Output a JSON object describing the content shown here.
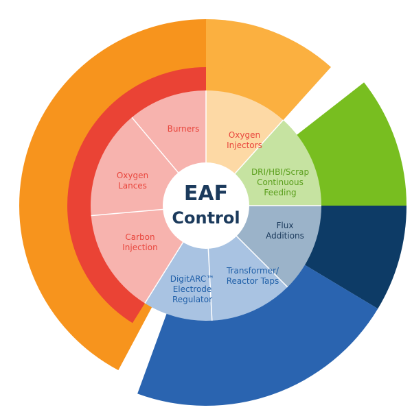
{
  "center": {
    "line1": "EAF",
    "line2": "Control"
  },
  "segments": [
    {
      "id": "burners",
      "lines": [
        "Burners"
      ],
      "label_color": "#e8453c"
    },
    {
      "id": "oxygen-injectors",
      "lines": [
        "Oxygen",
        "Injectors"
      ],
      "label_color": "#e8453c"
    },
    {
      "id": "dri-feeding",
      "lines": [
        "DRI/HBI/Scrap",
        "Continuous",
        "Feeding"
      ],
      "label_color": "#5a9e1c"
    },
    {
      "id": "flux-additions",
      "lines": [
        "Flux",
        "Additions"
      ],
      "label_color": "#1b3a5c"
    },
    {
      "id": "transformer",
      "lines": [
        "Transformer/",
        "Reactor Taps"
      ],
      "label_color": "#1f5fa8"
    },
    {
      "id": "digitarc",
      "lines": [
        "DigitARC™",
        "Electrode",
        "Regulator"
      ],
      "label_color": "#1f5fa8"
    },
    {
      "id": "carbon-injection",
      "lines": [
        "Carbon",
        "Injection"
      ],
      "label_color": "#e8453c"
    },
    {
      "id": "oxygen-lances",
      "lines": [
        "Oxygen",
        "Lances"
      ],
      "label_color": "#e8453c"
    }
  ],
  "colors": {
    "red": "#ea4335",
    "red_light": "#f7b3ae",
    "orange": "#f7941d",
    "orange_light": "#fbb040",
    "peach": "#fdd9a5",
    "green": "#78be20",
    "green_light": "#c6e3a1",
    "navy": "#0d3b66",
    "navy_light": "#9bb3c9",
    "blue": "#2a64b0",
    "blue_light": "#a9c3e2",
    "gray_ring": "#d0d2d3",
    "center_text": "#1b3a5c"
  }
}
